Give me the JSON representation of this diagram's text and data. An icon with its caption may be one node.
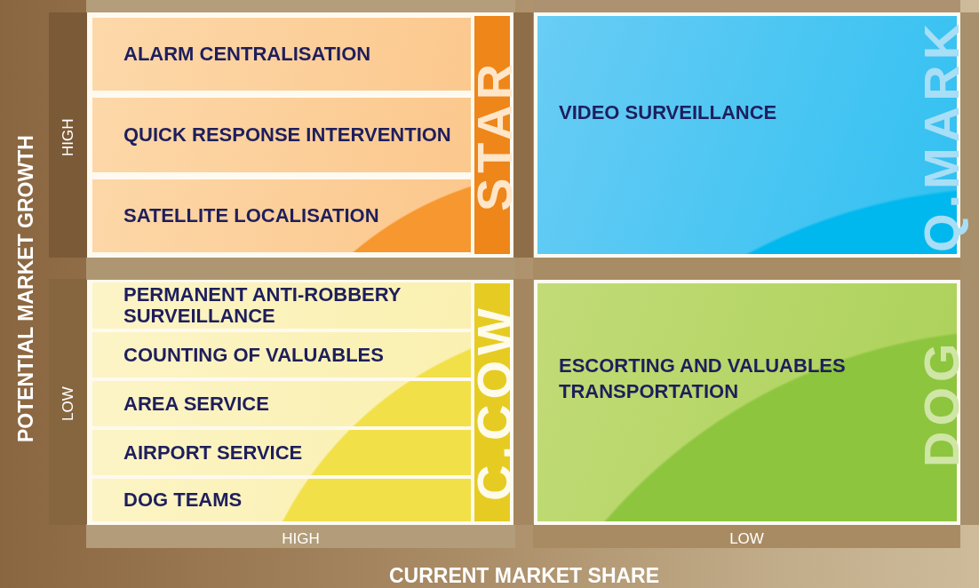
{
  "diagram": {
    "nodes": [
      {
        "text": [
          "STAR"
        ]
      },
      {
        "text": [
          "ALARM CENTRALISATION"
        ],
        "in": 0
      },
      {
        "text": [
          "QUICK RESPONSE INTERVENTION"
        ],
        "in": 0
      },
      {
        "text": [
          "SATELLITE LOCALISATION"
        ],
        "in": 0
      },
      {
        "text": [
          "VIDEO SURVEILLANCE",
          "Q.MARK"
        ]
      },
      {
        "text": [
          "C.COW"
        ]
      },
      {
        "text": [
          "PERMANENT ANTI-ROBBERY SURVEILLANCE"
        ],
        "in": 5
      },
      {
        "text": [
          "COUNTING OF VALUABLES"
        ],
        "in": 5
      },
      {
        "text": [
          "AREA SERVICE"
        ],
        "in": 5
      },
      {
        "text": [
          "AIRPORT SERVICE"
        ],
        "in": 5
      },
      {
        "text": [
          "DOG TEAMS"
        ],
        "in": 5
      },
      {
        "text": [
          "ESCORTING AND VALUABLES TRANSPORTATION",
          "DOG"
        ]
      }
    ],
    "labels": [
      "POTENTIAL MARKET GROWTH",
      "HIGH",
      "LOW",
      "HIGH",
      "LOW",
      "CURRENT MARKET SHARE"
    ]
  }
}
